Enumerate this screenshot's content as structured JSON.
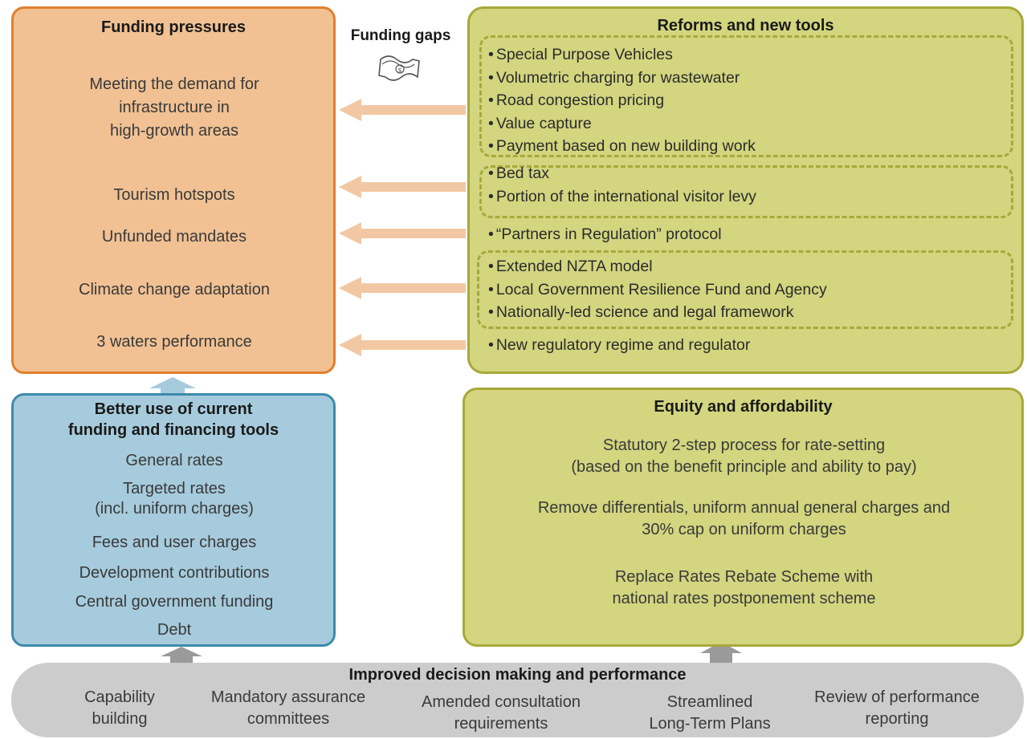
{
  "funding_pressures": {
    "title": "Funding pressures",
    "items": [
      "Meeting the demand for\ninfrastructure in\nhigh-growth areas",
      "Tourism hotspots",
      "Unfunded mandates",
      "Climate change adaptation",
      "3 waters performance"
    ]
  },
  "funding_gaps": {
    "label": "Funding gaps",
    "icon": "money-bill-icon"
  },
  "reforms": {
    "title": "Reforms and new tools",
    "group1": [
      "Special Purpose Vehicles",
      "Volumetric charging for wastewater",
      "Road congestion pricing",
      "Value capture",
      "Payment based on new building work"
    ],
    "group2": [
      "Bed tax",
      "Portion of the international visitor levy"
    ],
    "single1": "“Partners in Regulation” protocol",
    "group3": [
      "Extended NZTA model",
      "Local Government Resilience Fund and Agency",
      "Nationally-led science and legal framework"
    ],
    "single2": "New regulatory regime and regulator"
  },
  "better_use": {
    "title": "Better use of current\nfunding and financing tools",
    "items": [
      "General rates",
      "Targeted rates\n(incl. uniform charges)",
      "Fees and user charges",
      "Development contributions",
      "Central government funding",
      "Debt"
    ]
  },
  "equity": {
    "title": "Equity and affordability",
    "items": [
      "Statutory 2-step process for rate-setting\n(based on the benefit principle and ability to pay)",
      "Remove differentials, uniform annual general charges and\n30% cap on uniform charges",
      "Replace Rates Rebate Scheme with\nnational rates postponement scheme"
    ]
  },
  "improved": {
    "title": "Improved decision making and performance",
    "items": [
      "Capability\nbuilding",
      "Mandatory assurance\ncommittees",
      "Amended consultation\nrequirements",
      "Streamlined\nLong-Term Plans",
      "Review of performance\nreporting"
    ]
  },
  "colors": {
    "orange_fill": "#f1c193",
    "orange_border": "#e07f2c",
    "green_fill": "#d3d57f",
    "green_border": "#a7a83a",
    "blue_fill": "#a6cbdc",
    "blue_border": "#3e8aac",
    "grey_fill": "#cccccc",
    "arrow_fill": "#f2c8a4",
    "up_arrow_blue": "#a6cbdc"
  }
}
